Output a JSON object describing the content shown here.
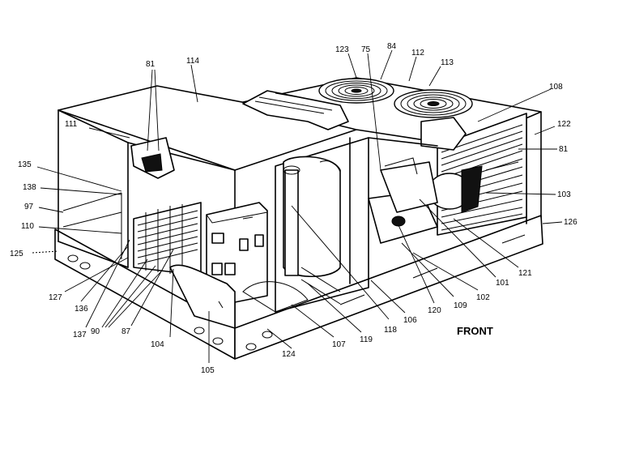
{
  "front_label": "FRONT",
  "labels": {
    "l81a": "81",
    "l114": "114",
    "l123": "123",
    "l75": "75",
    "l84": "84",
    "l112": "112",
    "l113": "113",
    "l108": "108",
    "l111": "111",
    "l122": "122",
    "l81b": "81",
    "l135": "135",
    "l138": "138",
    "l97": "97",
    "l103": "103",
    "l110": "110",
    "l126": "126",
    "l125": "125",
    "l121": "121",
    "l101": "101",
    "l127": "127",
    "l102": "102",
    "l136": "136",
    "l109": "109",
    "l120": "120",
    "l137": "137",
    "l90": "90",
    "l87": "87",
    "l104": "104",
    "l106": "106",
    "l118": "118",
    "l107": "107",
    "l119": "119",
    "l124": "124",
    "l105": "105"
  }
}
